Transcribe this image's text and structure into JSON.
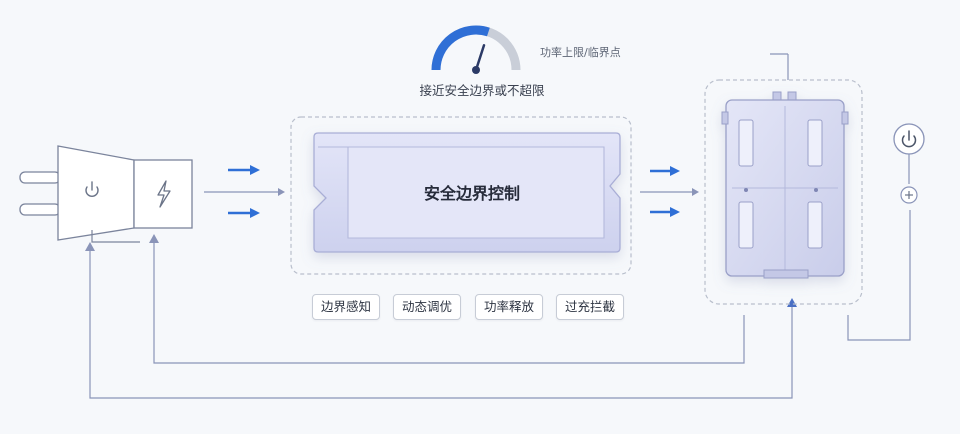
{
  "gauge": {
    "caption": "接近安全边界或不超限",
    "level": 0.6
  },
  "peak_label": "功率上限/临界点",
  "controller": {
    "title": "安全边界控制"
  },
  "features": [
    "边界感知",
    "动态调优",
    "功率释放",
    "过充拦截"
  ],
  "colors": {
    "accent": "#2f6fd6",
    "body": "#d7daf2",
    "body_edge": "#a9aed6",
    "line": "#8a94b8",
    "dashed": "#b9bfcc"
  }
}
